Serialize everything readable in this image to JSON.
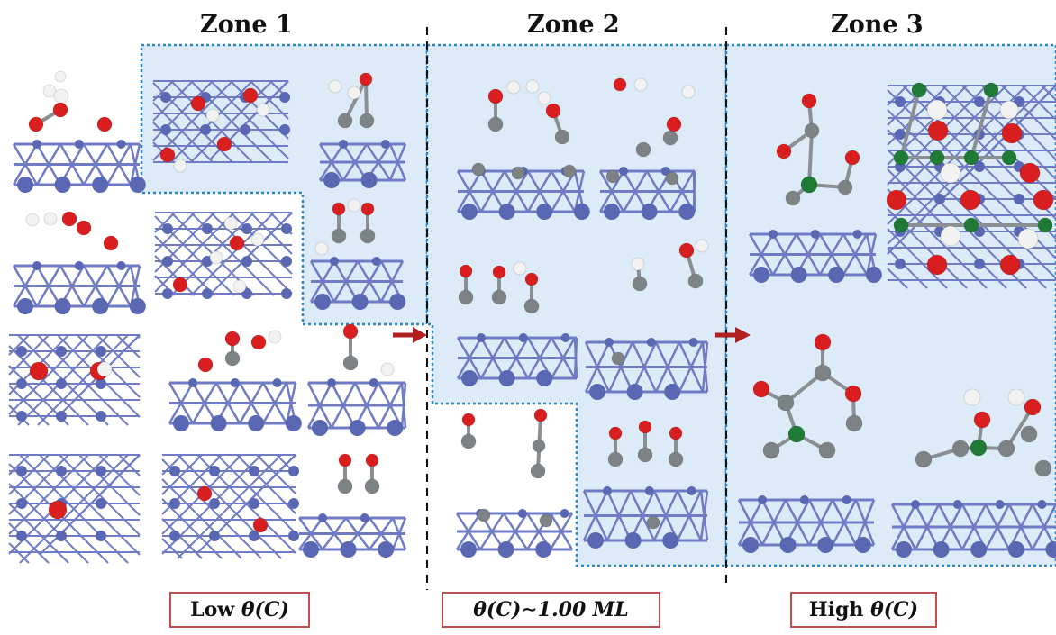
{
  "zones": [
    {
      "title": "Zone 1"
    },
    {
      "title": "Zone 2"
    },
    {
      "title": "Zone 3"
    }
  ],
  "labels": {
    "low": {
      "prefix": "Low ",
      "math": "θ(C)"
    },
    "mid": {
      "math": "θ(C)∼1.00 ML"
    },
    "high": {
      "prefix": "High ",
      "math": "θ(C)"
    }
  },
  "colors": {
    "metal": "#5a67b3",
    "bond": "#6f7bc4",
    "carbon": "#7d8285",
    "oxygen": "#d81e1e",
    "hydrogen": "#f2f2f2",
    "carbide_carbon": "#1e7a35",
    "highlight": "#dcebf7",
    "dotted_border": "#2e86c1",
    "arrow": "#b02020",
    "label_border": "#c0504d"
  }
}
